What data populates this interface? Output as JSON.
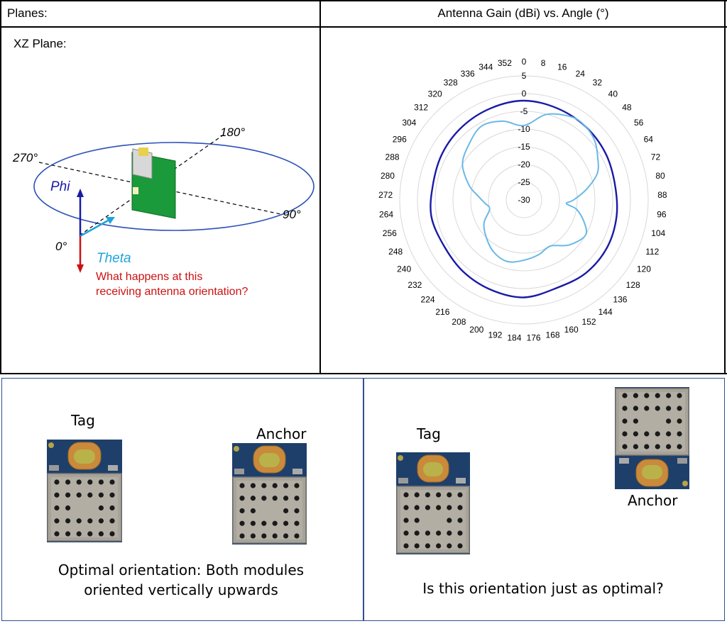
{
  "top": {
    "left_header": "Planes:",
    "right_header": "Antenna Gain (dBi) vs. Angle (°)",
    "plane_label": "XZ Plane:"
  },
  "diagram": {
    "angle_180": "180°",
    "angle_270": "270°",
    "angle_90": "90°",
    "angle_0": "0°",
    "phi": "Phi",
    "theta": "Theta",
    "question_line1": "What happens at this",
    "question_line2": "receiving antenna orientation?",
    "colors": {
      "phi": "#1a1aa6",
      "theta": "#1fa3dc",
      "red": "#cc1111",
      "ellipse": "#2b4fb8",
      "board": "#1a9a3a"
    }
  },
  "chart_data": {
    "type": "polar-line",
    "title": "Antenna Gain (dBi) vs. Angle (°)",
    "angle_ticks": [
      0,
      8,
      16,
      24,
      32,
      40,
      48,
      56,
      64,
      72,
      80,
      88,
      96,
      104,
      112,
      120,
      128,
      136,
      144,
      152,
      160,
      168,
      176,
      184,
      192,
      200,
      208,
      216,
      224,
      232,
      240,
      248,
      256,
      264,
      272,
      280,
      288,
      296,
      304,
      312,
      320,
      328,
      336,
      344,
      352
    ],
    "radial_ticks": [
      "5",
      "0",
      "-5",
      "-10",
      "-15",
      "-20",
      "-25",
      "-30"
    ],
    "radial_range": [
      -30,
      5
    ],
    "series": [
      {
        "color": "#1a1aa6",
        "angles": [
          0,
          20,
          40,
          60,
          80,
          100,
          120,
          140,
          160,
          180,
          200,
          220,
          240,
          260,
          280,
          300,
          320,
          340
        ],
        "values": [
          -2,
          -2.5,
          -3,
          -3.5,
          -4,
          -3.5,
          -3,
          -3,
          -3.5,
          -2.5,
          -3,
          -3.5,
          -4,
          -3.5,
          -4,
          -3.5,
          -3,
          -2.5
        ]
      },
      {
        "color": "#6ab8e8",
        "angles": [
          0,
          15,
          30,
          40,
          50,
          60,
          70,
          80,
          90,
          95,
          100,
          110,
          120,
          135,
          150,
          165,
          180,
          195,
          210,
          225,
          240,
          255,
          265,
          275,
          285,
          300,
          315,
          330,
          345
        ],
        "values": [
          -9,
          -5,
          -3,
          -3,
          -4,
          -6,
          -8,
          -12,
          -16,
          -18,
          -15,
          -12,
          -10,
          -12,
          -15,
          -14,
          -13,
          -12,
          -13,
          -15,
          -17,
          -20,
          -19,
          -17,
          -14,
          -10,
          -8,
          -6,
          -7
        ]
      }
    ],
    "grid": true
  },
  "bottom": {
    "left": {
      "tag_label": "Tag",
      "anchor_label": "Anchor",
      "caption_line1": "Optimal orientation: Both modules",
      "caption_line2": "oriented vertically upwards"
    },
    "right": {
      "tag_label": "Tag",
      "anchor_label": "Anchor",
      "caption": "Is this orientation just as optimal?"
    },
    "colors": {
      "border": "#2f4f8f"
    }
  }
}
